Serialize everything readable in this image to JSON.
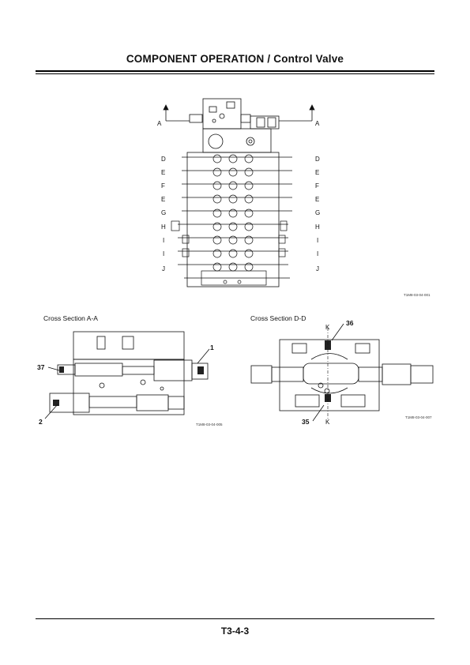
{
  "header": {
    "title": "COMPONENT OPERATION / Control Valve"
  },
  "top_figure": {
    "label_a": "A",
    "left_labels": [
      "D",
      "E",
      "F",
      "E",
      "G",
      "H",
      "I",
      "I",
      "J"
    ],
    "right_labels": [
      "D",
      "E",
      "F",
      "E",
      "G",
      "H",
      "I",
      "I",
      "J"
    ],
    "figure_code": "T1M8-03-04-001"
  },
  "section_aa": {
    "title": "Cross Section A-A",
    "callouts": [
      "1",
      "37",
      "2"
    ],
    "figure_code": "T1M8-03-04-005"
  },
  "section_dd": {
    "title": "Cross Section D-D",
    "label_k": "K",
    "callouts": [
      "36",
      "35"
    ],
    "figure_code": "T1M8-03-04-007"
  },
  "footer": {
    "page_number": "T3-4-3"
  }
}
